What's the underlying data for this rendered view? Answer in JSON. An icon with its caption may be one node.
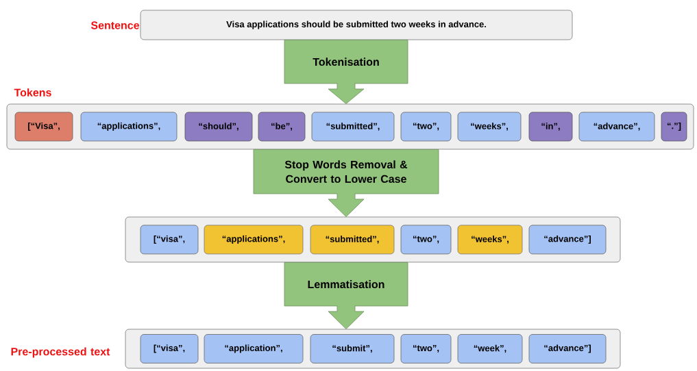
{
  "diagram": {
    "nodes": [
      {
        "text": [
          "Visa applications should be submitted two weeks in advance."
        ],
        "beside": [
          "Sentence"
        ]
      },
      {
        "text": [],
        "shape": "box",
        "beside": [
          "Tokens"
        ]
      },
      {
        "text": [
          "[“Visa”,"
        ],
        "in": 1
      },
      {
        "text": [
          "“applications”,"
        ],
        "in": 1
      },
      {
        "text": [
          "“should”,"
        ],
        "in": 1
      },
      {
        "text": [
          "“be”,"
        ],
        "in": 1
      },
      {
        "text": [
          "“submitted”,"
        ],
        "in": 1
      },
      {
        "text": [
          "“two”,"
        ],
        "in": 1
      },
      {
        "text": [
          "“weeks”,"
        ],
        "in": 1
      },
      {
        "text": [
          "“in”,"
        ],
        "in": 1
      },
      {
        "text": [
          "“advance”,"
        ],
        "in": 1
      },
      {
        "text": [
          "“.”]"
        ],
        "in": 1
      },
      {
        "text": [],
        "shape": "box"
      },
      {
        "text": [
          "[“visa”,"
        ],
        "in": 12
      },
      {
        "text": [
          "“applications”,"
        ],
        "in": 12
      },
      {
        "text": [
          "“submitted”,"
        ],
        "in": 12
      },
      {
        "text": [
          "“two”,"
        ],
        "in": 12
      },
      {
        "text": [
          "“weeks”,"
        ],
        "in": 12
      },
      {
        "text": [
          "“advance”]"
        ],
        "in": 12
      },
      {
        "text": [],
        "shape": "box",
        "beside": [
          "Pre-processed text"
        ]
      },
      {
        "text": [
          "[“visa”,"
        ],
        "in": 19
      },
      {
        "text": [
          "“application”,"
        ],
        "in": 19
      },
      {
        "text": [
          "“submit”,"
        ],
        "in": 19
      },
      {
        "text": [
          "“two”,"
        ],
        "in": 19
      },
      {
        "text": [
          "“week”,"
        ],
        "in": 19
      },
      {
        "text": [
          "“advance”]"
        ],
        "in": 19
      }
    ],
    "edges": [
      {
        "from": 0,
        "to": 1,
        "arrow": "to",
        "label": "Tokenisation"
      },
      {
        "from": 1,
        "to": 12,
        "arrow": "to",
        "label": "Stop Words Removal & Convert to Lower Case"
      },
      {
        "from": 12,
        "to": 19,
        "arrow": "to",
        "label": "Lemmatisation"
      }
    ]
  }
}
